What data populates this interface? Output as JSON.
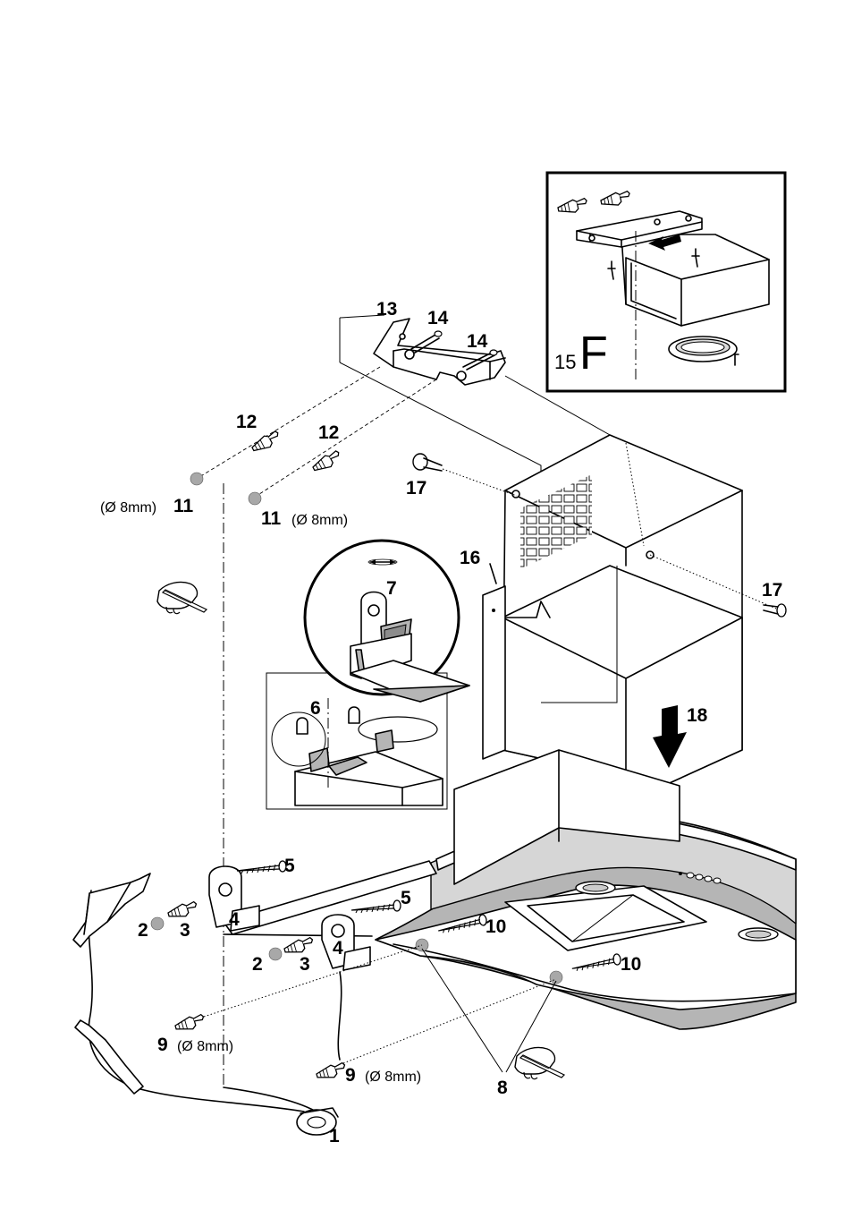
{
  "diagram": {
    "labels": {
      "l1": "1",
      "l2a": "2",
      "l2b": "2",
      "l3a": "3",
      "l3b": "3",
      "l4a": "4",
      "l4b": "4",
      "l5a": "5",
      "l5b": "5",
      "l6": "6",
      "l7": "7",
      "l8": "8",
      "l9a": "9",
      "l9b": "9",
      "l10a": "10",
      "l10b": "10",
      "l11a": "11",
      "l11b": "11",
      "l12a": "12",
      "l12b": "12",
      "l13": "13",
      "l14a": "14",
      "l14b": "14",
      "l15": "15",
      "l15_letter": "F",
      "l16": "16",
      "l17a": "17",
      "l17b": "17",
      "l18": "18"
    },
    "dims": {
      "d11a": "(Ø 8mm)",
      "d11b": "(Ø 8mm)",
      "d9a": "(Ø 8mm)",
      "d9b": "(Ø 8mm)"
    }
  }
}
